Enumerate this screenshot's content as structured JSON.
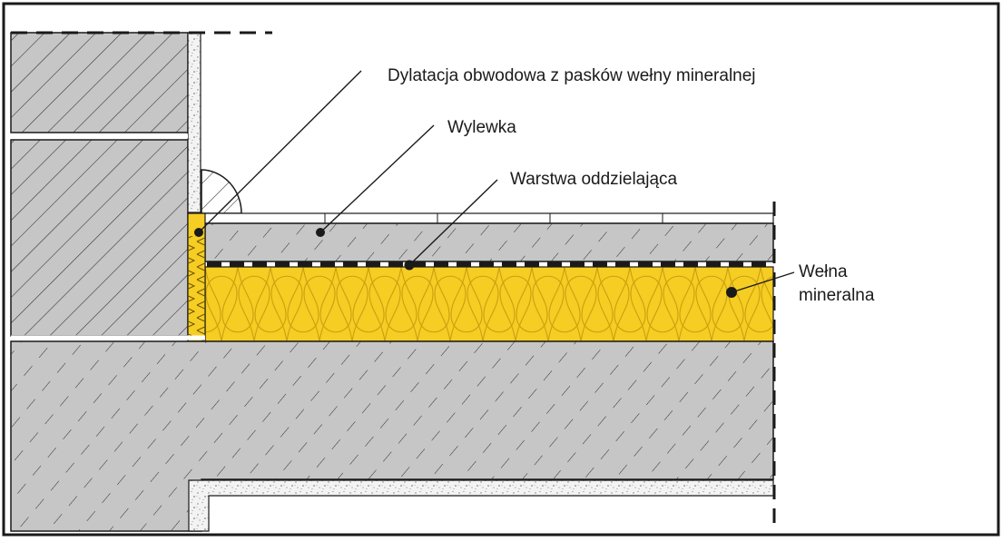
{
  "labels": {
    "dilatation": "Dylatacja obwodowa z pasków wełny mineralnej",
    "screed": "Wylewka",
    "separating_layer": "Warstwa oddzielająca",
    "wool_line1": "Wełna",
    "wool_line2": "mineralna"
  },
  "colors": {
    "concrete": "#c6c6c6",
    "insulation": "#f5cd23",
    "insulation_edge": "#caa010",
    "plaster": "#eeeeee",
    "outline": "#1a1a1a"
  }
}
